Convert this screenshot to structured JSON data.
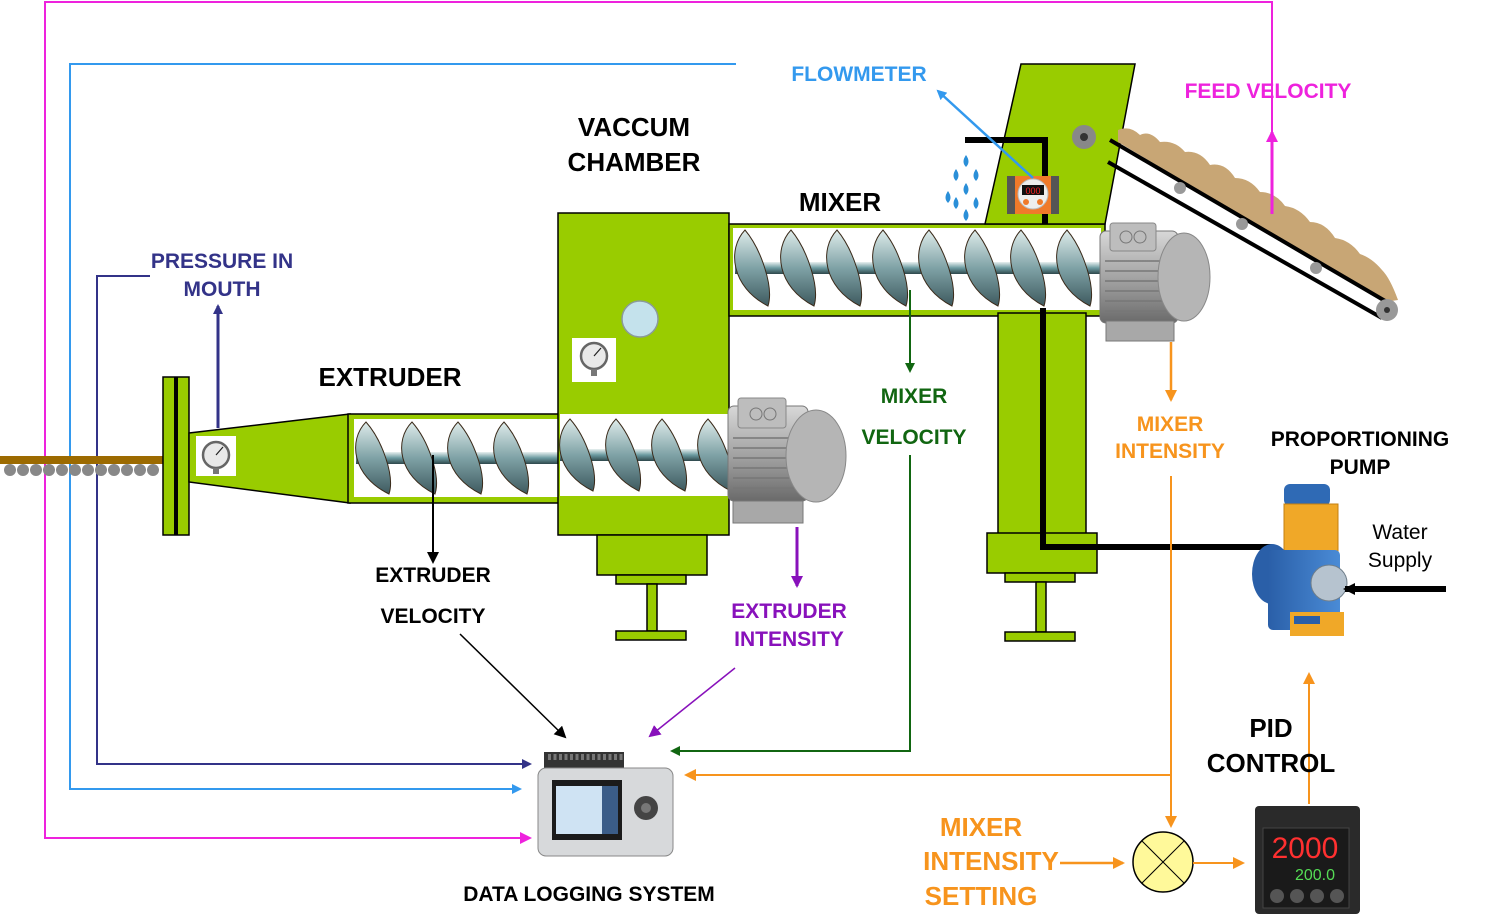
{
  "title": "Extrusion process monitoring and control diagram",
  "colors": {
    "machine_green": "#99cc00",
    "pressure_line": "#333388",
    "flowmeter_line": "#3399ee",
    "feed_line": "#ee22dd",
    "mixer_velocity_line": "#116611",
    "extruder_intensity_line": "#8811bb",
    "mixer_intensity_line": "#f7941d",
    "black": "#000000"
  },
  "labels": {
    "vacuum_chamber": [
      "VACCUM",
      "CHAMBER"
    ],
    "mixer": "MIXER",
    "extruder": "EXTRUDER",
    "flowmeter": "FLOWMETER",
    "feed_velocity": "FEED VELOCITY",
    "pressure_in_mouth": [
      "PRESSURE IN",
      "MOUTH"
    ],
    "mixer_velocity": [
      "MIXER",
      "VELOCITY"
    ],
    "mixer_intensity": [
      "MIXER",
      "INTENSITY"
    ],
    "extruder_velocity": [
      "EXTRUDER",
      "VELOCITY"
    ],
    "extruder_intensity": [
      "EXTRUDER",
      "INTENSITY"
    ],
    "proportioning_pump": [
      "PROPORTIONING",
      "PUMP"
    ],
    "water_supply": [
      "Water",
      "Supply"
    ],
    "pid_control": [
      "PID",
      "CONTROL"
    ],
    "mixer_intensity_setting": [
      "MIXER",
      "INTENSITY",
      "SETTING"
    ],
    "data_logging_system": "DATA LOGGING SYSTEM"
  },
  "devices": {
    "flowmeter_display": "000",
    "pid_display_main": "2000",
    "pid_display_sub": "200.0"
  }
}
